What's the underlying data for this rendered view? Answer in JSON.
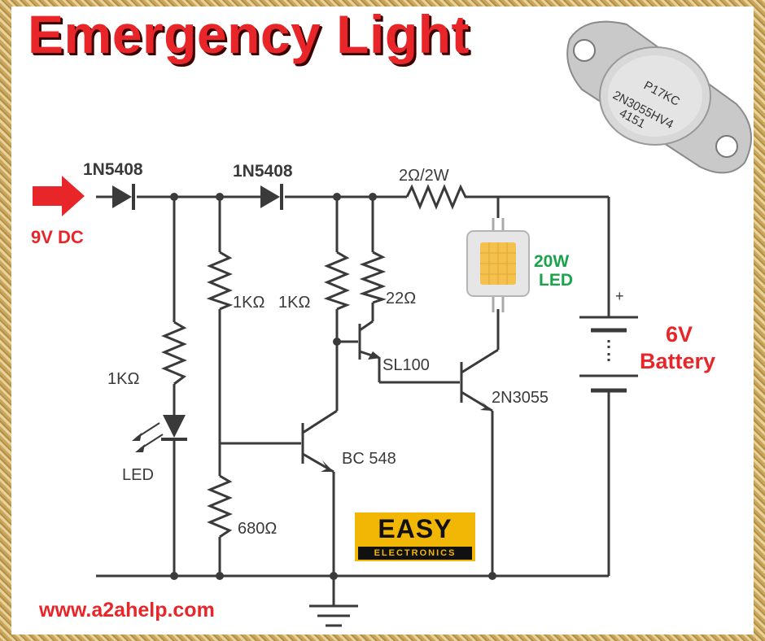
{
  "title": "Emergency Light",
  "website": "www.a2ahelp.com",
  "input_label": "9V DC",
  "battery_label_1": "6V",
  "battery_label_2": "Battery",
  "power_led_label_1": "20W",
  "power_led_label_2": "LED",
  "components": {
    "diode1": "1N5408",
    "diode2": "1N5408",
    "r_series": "2Ω/2W",
    "r_led": "1KΩ",
    "r_div_top": "1KΩ",
    "r_sl100_base": "1KΩ",
    "r_22": "22Ω",
    "r_680": "680Ω",
    "led": "LED",
    "q_bc548": "BC 548",
    "q_sl100": "SL100",
    "q_2n3055": "2N3055",
    "battery_plus": "+"
  },
  "transistor_markings": [
    "P17KC",
    "2N3055HV4",
    "4151"
  ],
  "logo": {
    "line1": "EASY",
    "line2": "ELECTRONICS"
  },
  "colors": {
    "title": "#e8262a",
    "accent_green": "#1aa34a",
    "logo_yellow": "#f2b705"
  }
}
